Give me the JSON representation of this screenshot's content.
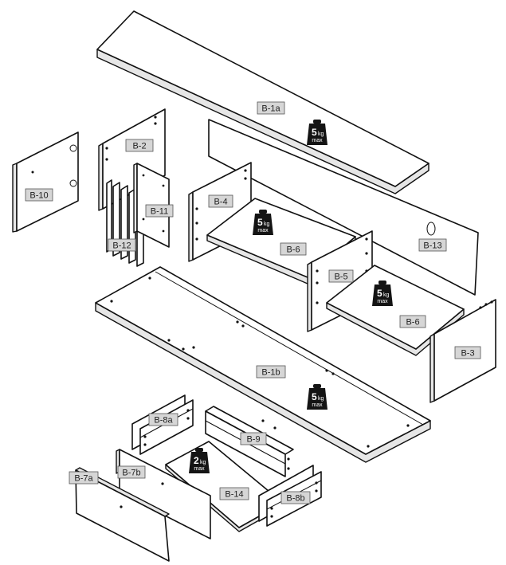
{
  "parts": {
    "b1a": "B-1a",
    "b1b": "B-1b",
    "b2": "B-2",
    "b3": "B-3",
    "b4": "B-4",
    "b5": "B-5",
    "b6_left": "B-6",
    "b6_right": "B-6",
    "b7a": "B-7a",
    "b7b": "B-7b",
    "b8a": "B-8a",
    "b8b": "B-8b",
    "b9": "B-9",
    "b10": "B-10",
    "b11": "B-11",
    "b12": "B-12",
    "b13": "B-13",
    "b14": "B-14"
  },
  "weights": {
    "top": {
      "value": "5",
      "unit": "kg",
      "note": "max"
    },
    "shelf_left": {
      "value": "5",
      "unit": "kg",
      "note": "max"
    },
    "shelf_right": {
      "value": "5",
      "unit": "kg",
      "note": "max"
    },
    "bottom": {
      "value": "5",
      "unit": "kg",
      "note": "max"
    },
    "drawer": {
      "value": "2",
      "unit": "kg",
      "note": "max"
    }
  }
}
